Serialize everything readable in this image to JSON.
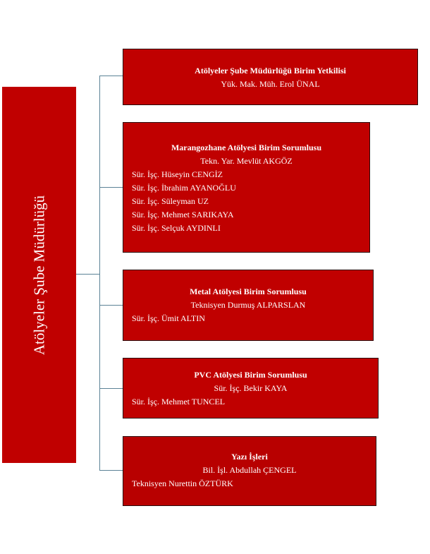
{
  "root": {
    "title": "Atölyeler Şube Müdürlüğü"
  },
  "units": [
    {
      "title": "Atölyeler  Şube Müdürlüğü  Birim Yetkilisi",
      "head": "Yük.  Mak. Müh. Erol ÜNAL",
      "members": []
    },
    {
      "title": "Marangozhane  Atölyesi Birim Sorumlusu",
      "head": "Tekn. Yar.  Mevlüt AKGÖZ",
      "members": [
        "Sür. İşç. Hüseyin CENGİZ",
        "Sür. İşç. İbrahim  AYANOĞLU",
        "Sür. İşç. Süleyman UZ",
        "Sür. İşç. Mehmet SARIKAYA",
        "Sür. İşç. Selçuk AYDINLI"
      ]
    },
    {
      "title": "Metal  Atölyesi Birim Sorumlusu",
      "head": "Teknisyen Durmuş  ALPARSLAN",
      "members": [
        "Sür.  İşç. Ümit  ALTIN"
      ]
    },
    {
      "title": "PVC Atölyesi Birim Sorumlusu",
      "head": "Sür. İşç. Bekir  KAYA",
      "members": [
        "Sür.  İşç. Mehmet  TUNCEL"
      ]
    },
    {
      "title": "Yazı İşleri",
      "head": "Bil.  İşl. Abdullah ÇENGEL",
      "members": [
        "Teknisyen Nurettin ÖZTÜRK"
      ]
    }
  ],
  "colors": {
    "box": "#c00000",
    "box_last": "#b80000",
    "connector": "#5b8296"
  }
}
